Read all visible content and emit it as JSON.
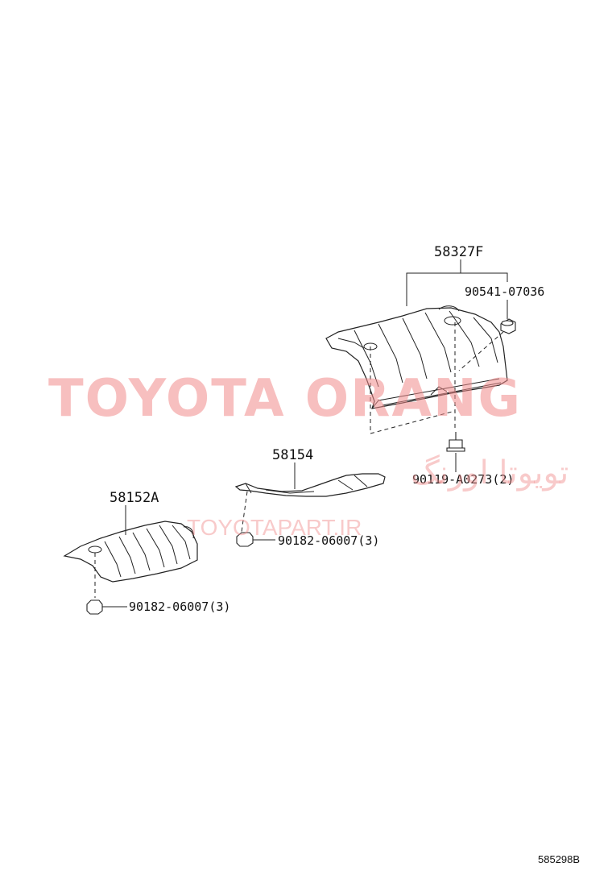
{
  "parts": {
    "main_shield": "58327F",
    "clip": "90541-07036",
    "bolt": "90119-A0273(2)",
    "center_shield": "58154",
    "center_nut": "90182-06007(3)",
    "front_shield": "58152A",
    "front_nut": "90182-06007(3)"
  },
  "figure_ref": "585298B",
  "watermarks": {
    "brand": "TOYOTA ORANG",
    "brand_fa": "تویوتا اورنگ",
    "url": "TOYOTAPART.IR"
  },
  "colors": {
    "watermark": "#f08a8a",
    "line": "#222222"
  }
}
